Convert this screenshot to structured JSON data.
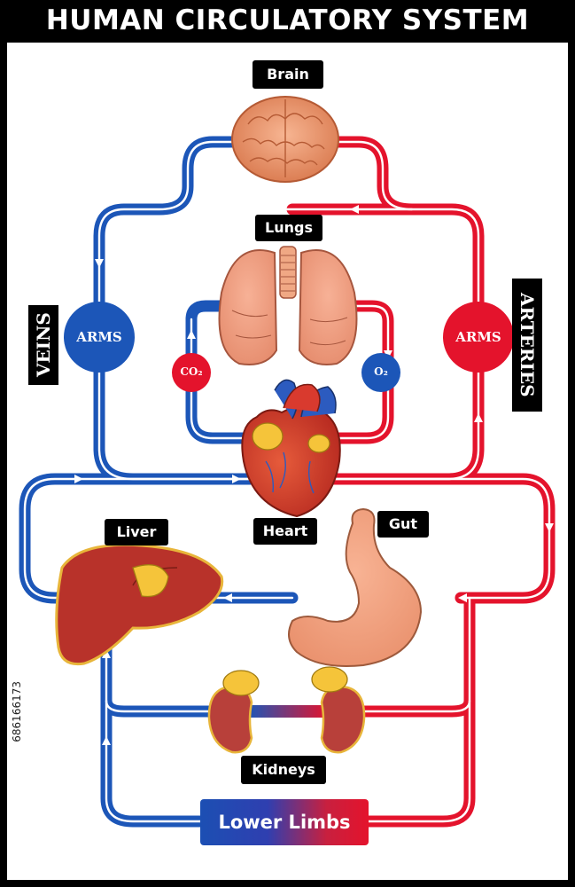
{
  "title": "HUMAN CIRCULATORY SYSTEM",
  "labels": {
    "brain": "Brain",
    "lungs": "Lungs",
    "heart": "Heart",
    "liver": "Liver",
    "gut": "Gut",
    "kidneys": "Kidneys",
    "lower_limbs": "Lower Limbs",
    "veins": "VEINS",
    "arteries": "ARTERIES",
    "arms_left": "ARMS",
    "arms_right": "ARMS",
    "co2": "CO₂",
    "o2": "O₂"
  },
  "watermark": "686166173",
  "colors": {
    "vein_blue": "#1c56b8",
    "artery_red": "#e4132c",
    "organ_orange": "#f2a27e",
    "heart_red": "#d2342c",
    "liver_red": "#b8322a",
    "kidney_red": "#b8403a",
    "fat_yellow": "#f5c43a"
  }
}
